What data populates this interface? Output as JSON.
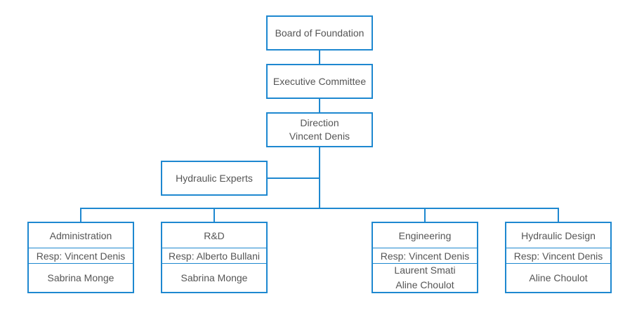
{
  "board": "Board of Foundation",
  "executive": "Executive Committee",
  "direction": {
    "title": "Direction",
    "name": "Vincent Denis"
  },
  "experts": "Hydraulic Experts",
  "departments": [
    {
      "title": "Administration",
      "resp": "Resp: Vincent Denis",
      "members": [
        "Sabrina Monge"
      ]
    },
    {
      "title": "R&D",
      "resp": "Resp: Alberto Bullani",
      "members": [
        "Sabrina Monge"
      ]
    },
    {
      "title": "Engineering",
      "resp": "Resp: Vincent Denis",
      "members": [
        "Laurent Smati",
        "Aline Choulot"
      ]
    },
    {
      "title": "Hydraulic Design",
      "resp": "Resp: Vincent Denis",
      "members": [
        "Aline Choulot"
      ]
    }
  ],
  "colors": {
    "accent": "#1e88d0",
    "text": "#555555"
  }
}
